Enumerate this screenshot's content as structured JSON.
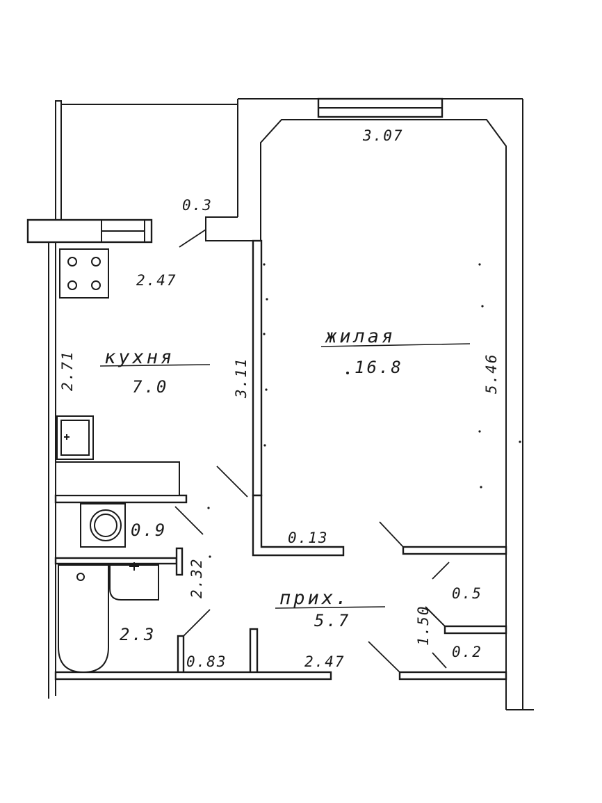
{
  "rooms": {
    "kitchen": {
      "name": "кухня",
      "area": "7.0"
    },
    "living": {
      "name": "жилая",
      "area": "16.8"
    },
    "hall": {
      "name": "прих.",
      "area": "5.7"
    },
    "toilet": {
      "area": "0.9"
    },
    "bathroom": {
      "area": "2.3"
    },
    "closet_upper": {
      "area": "0.5"
    },
    "closet_lower": {
      "area": "0.2"
    }
  },
  "dimensions": {
    "living_width": "3.07",
    "living_length": "5.46",
    "kitchen_width": "2.47",
    "kitchen_left_length": "2.71",
    "kitchen_right_length": "3.11",
    "niche": "0.3",
    "partition": "0.13",
    "bath_toilet_length": "2.32",
    "bath_door": "0.83",
    "hall_width": "2.47",
    "closet_length": "1.50"
  },
  "colors": {
    "line": "#1a1a1a",
    "paper": "#ffffff"
  }
}
